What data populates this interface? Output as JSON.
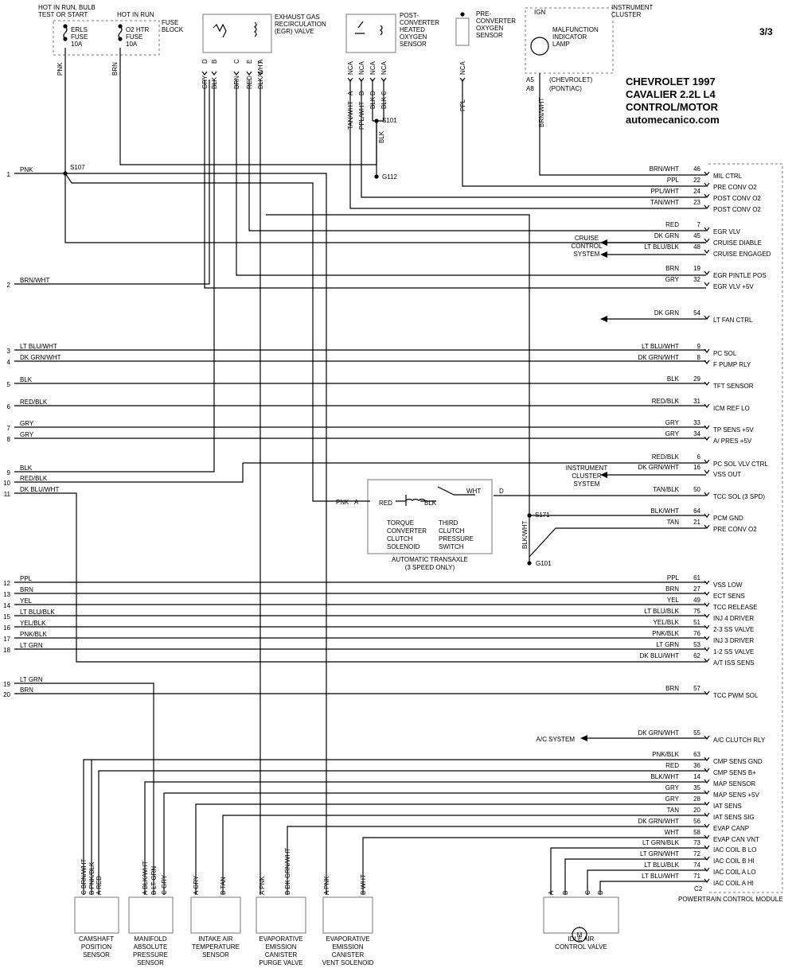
{
  "header": {
    "page": "3/3",
    "title_lines": [
      "CHEVROLET 1997",
      "CAVALIER 2.2L  L4",
      "CONTROL/MOTOR",
      "automecanico.com"
    ]
  },
  "fuse_block": {
    "label_left": [
      "HOT IN RUN, BULB",
      "TEST OR START"
    ],
    "label_mid": "HOT IN RUN",
    "label_right": [
      "FUSE",
      "BLOCK"
    ],
    "fuse1": [
      "ERLS",
      "FUSE",
      "10A"
    ],
    "fuse2": [
      "O2 HTR",
      "FUSE",
      "10A"
    ]
  },
  "egr": {
    "label": [
      "EXHAUST GAS",
      "RECIRCULATION",
      "(EGR) VALVE"
    ],
    "pins": [
      "D",
      "B",
      "C",
      "E",
      "A"
    ],
    "wires": [
      "GRY",
      "BLK",
      "BRN",
      "RED",
      "BLK/WHT"
    ]
  },
  "post_o2": {
    "label": [
      "POST-",
      "CONVERTER",
      "HEATED",
      "OXYGEN",
      "SENSOR"
    ],
    "nca": [
      "NCA",
      "NCA",
      "NCA",
      "NCA"
    ],
    "pins": [
      "A",
      "B",
      "D",
      "C"
    ],
    "wires": [
      "TAN/WHT",
      "PPL/WHT",
      "BLK",
      "BLK"
    ]
  },
  "pre_o2": {
    "label": [
      "PRE-",
      "CONVERTER",
      "OXYGEN",
      "SENSOR"
    ],
    "nca": "NCA",
    "wire": "PPL"
  },
  "cluster": {
    "label": [
      "INSTRUMENT",
      "CLUSTER"
    ],
    "ign": "IGN",
    "lamp": [
      "MALFUNCTION",
      "INDICATOR",
      "LAMP"
    ],
    "pins": [
      "A5",
      "A8"
    ],
    "makes": [
      "(CHEVROLET)",
      "(PONTIAC)"
    ],
    "wire": "BRN/WHT"
  },
  "splices": {
    "s107": "S107",
    "s101": "S101",
    "g112": "G112",
    "s171": "S171",
    "g101": "G101",
    "blkwht": "BLK/WHT"
  },
  "fuse_wires": {
    "pnk": "PNK",
    "brn": "BRN"
  },
  "left_terminals": [
    {
      "num": "1",
      "color": "PNK"
    },
    {
      "num": "2",
      "color": "BRN/WHT"
    },
    {
      "num": "3",
      "color": "LT BLU/WHT"
    },
    {
      "num": "4",
      "color": "DK GRN/WHT"
    },
    {
      "num": "5",
      "color": "BLK"
    },
    {
      "num": "6",
      "color": "RED/BLK"
    },
    {
      "num": "7",
      "color": "GRY"
    },
    {
      "num": "8",
      "color": "GRY"
    },
    {
      "num": "9",
      "color": "BLK"
    },
    {
      "num": "10",
      "color": "RED/BLK"
    },
    {
      "num": "11",
      "color": "DK BLU/WHT"
    },
    {
      "num": "12",
      "color": "PPL"
    },
    {
      "num": "13",
      "color": "BRN"
    },
    {
      "num": "14",
      "color": "YEL"
    },
    {
      "num": "15",
      "color": "LT BLU/BLK"
    },
    {
      "num": "16",
      "color": "YEL/BLK"
    },
    {
      "num": "17",
      "color": "PNK/BLK"
    },
    {
      "num": "18",
      "color": "LT GRN"
    },
    {
      "num": "19",
      "color": "LT GRN"
    },
    {
      "num": "20",
      "color": "BRN"
    }
  ],
  "pcm": {
    "label": "POWERTRAIN CONTROL MODULE",
    "connector": "C2",
    "pins": [
      {
        "color": "BRN/WHT",
        "pin": "46",
        "func": "MIL CTRL"
      },
      {
        "color": "PPL",
        "pin": "22",
        "func": "PRE CONV O2"
      },
      {
        "color": "PPL/WHT",
        "pin": "24",
        "func": "POST CONV O2"
      },
      {
        "color": "TAN/WHT",
        "pin": "23",
        "func": "POST CONV O2"
      },
      {
        "color": "RED",
        "pin": "7",
        "func": "EGR VLV"
      },
      {
        "color": "DK GRN",
        "pin": "45",
        "func": "CRUISE DIABLE"
      },
      {
        "color": "LT BLU/BLK",
        "pin": "48",
        "func": "CRUISE ENGAGED"
      },
      {
        "color": "BRN",
        "pin": "19",
        "func": "EGR PINTLE POS"
      },
      {
        "color": "GRY",
        "pin": "32",
        "func": "EGR VLV +5V"
      },
      {
        "color": "DK GRN",
        "pin": "54",
        "func": "LT FAN CTRL"
      },
      {
        "color": "LT BLU/WHT",
        "pin": "9",
        "func": "PC SOL"
      },
      {
        "color": "DK GRN/WHT",
        "pin": "8",
        "func": "F PUMP RLY"
      },
      {
        "color": "BLK",
        "pin": "29",
        "func": "TFT SENSOR"
      },
      {
        "color": "RED/BLK",
        "pin": "31",
        "func": "ICM REF LO"
      },
      {
        "color": "GRY",
        "pin": "33",
        "func": "TP SENS +5V"
      },
      {
        "color": "GRY",
        "pin": "34",
        "func": "A/ PRES +5V"
      },
      {
        "color": "RED/BLK",
        "pin": "6",
        "func": "PC SOL VLV CTRL"
      },
      {
        "color": "DK GRN/WHT",
        "pin": "16",
        "func": "VSS OUT"
      },
      {
        "color": "TAN/BLK",
        "pin": "50",
        "func": "TCC SOL (3 SPD)"
      },
      {
        "color": "BLK/WHT",
        "pin": "64",
        "func": "PCM GND"
      },
      {
        "color": "TAN",
        "pin": "21",
        "func": "PRE CONV O2"
      },
      {
        "color": "PPL",
        "pin": "61",
        "func": "VSS LOW"
      },
      {
        "color": "BRN",
        "pin": "27",
        "func": "ECT SENS"
      },
      {
        "color": "YEL",
        "pin": "49",
        "func": "TCC RELEASE"
      },
      {
        "color": "LT BLU/BLK",
        "pin": "75",
        "func": "INJ 4 DRIVER"
      },
      {
        "color": "YEL/BLK",
        "pin": "51",
        "func": "2-3 SS VALVE"
      },
      {
        "color": "PNK/BLK",
        "pin": "76",
        "func": "INJ 3 DRIVER"
      },
      {
        "color": "LT GRN",
        "pin": "53",
        "func": "1-2 SS VALVE"
      },
      {
        "color": "DK BLU/WHT",
        "pin": "62",
        "func": "A/T ISS SENS"
      },
      {
        "color": "BRN",
        "pin": "57",
        "func": "TCC PWM SOL"
      },
      {
        "color": "DK GRN/WHT",
        "pin": "55",
        "func": "A/C CLUTCH RLY"
      },
      {
        "color": "PNK/BLK",
        "pin": "63",
        "func": "CMP SENS GND"
      },
      {
        "color": "RED",
        "pin": "36",
        "func": "CMP SENS B+"
      },
      {
        "color": "BLK/WHT",
        "pin": "14",
        "func": "MAP SENSOR"
      },
      {
        "color": "GRY",
        "pin": "35",
        "func": "MAP SENS +5V"
      },
      {
        "color": "GRY",
        "pin": "28",
        "func": "IAT SENS"
      },
      {
        "color": "TAN",
        "pin": "20",
        "func": "IAT SENS SIG"
      },
      {
        "color": "DK GRN/WHT",
        "pin": "56",
        "func": "EVAP CANP"
      },
      {
        "color": "WHT",
        "pin": "58",
        "func": "EVAP CAN VNT"
      },
      {
        "color": "LT GRN/BLK",
        "pin": "73",
        "func": "IAC COIL B LO"
      },
      {
        "color": "LT GRN/WHT",
        "pin": "72",
        "func": "IAC COIL B HI"
      },
      {
        "color": "LT BLU/BLK",
        "pin": "74",
        "func": "IAC COIL A LO"
      },
      {
        "color": "LT BLU/WHT",
        "pin": "71",
        "func": "IAC COIL A HI"
      }
    ]
  },
  "outputs": {
    "cruise": [
      "CRUISE",
      "CONTROL",
      "SYSTEM"
    ],
    "inst_cluster": [
      "INSTRUMENT",
      "CLUSTER",
      "SYSTEM"
    ],
    "ac_system": "A/C SYSTEM"
  },
  "transaxle": {
    "label": [
      "AUTOMATIC TRANSAXLE",
      "(3 SPEED ONLY)"
    ],
    "left": [
      "TORQUE",
      "CONVERTER",
      "CLUTCH",
      "SOLENOID"
    ],
    "right": [
      "THIRD",
      "CLUTCH",
      "PRESSURE",
      "SWITCH"
    ],
    "wires": {
      "pnk": "PNK",
      "a": "A",
      "red": "RED",
      "blk": "BLK",
      "wht": "WHT",
      "d": "D"
    }
  },
  "bottom_components": [
    {
      "name": [
        "CAMSHAFT",
        "POSITION",
        "SENSOR"
      ],
      "pins": [
        "C BRN/WHT",
        "B PNK/BLK",
        "A RED"
      ]
    },
    {
      "name": [
        "MANIFOLD",
        "ABSOLUTE",
        "PRESSURE",
        "SENSOR"
      ],
      "pins": [
        "A BLK/WHT",
        "B LT GRN",
        "C GRY"
      ]
    },
    {
      "name": [
        "INTAKE AIR",
        "TEMPERATURE",
        "SENSOR"
      ],
      "pins": [
        "A GRY",
        "B TAN"
      ]
    },
    {
      "name": [
        "EVAPORATIVE",
        "EMISSION",
        "CANISTER",
        "PURGE VALVE"
      ],
      "pins": [
        "A PNK",
        "B DK GRN/WHT"
      ]
    },
    {
      "name": [
        "EVAPORATIVE",
        "EMISSION",
        "CANISTER",
        "VENT SOLENOID"
      ],
      "pins": [
        "A PNK",
        "B WHT"
      ]
    },
    {
      "name": [
        "IDLE AIR",
        "CONTROL VALVE"
      ],
      "pins": [
        "A",
        "B",
        "C",
        "D"
      ]
    }
  ]
}
